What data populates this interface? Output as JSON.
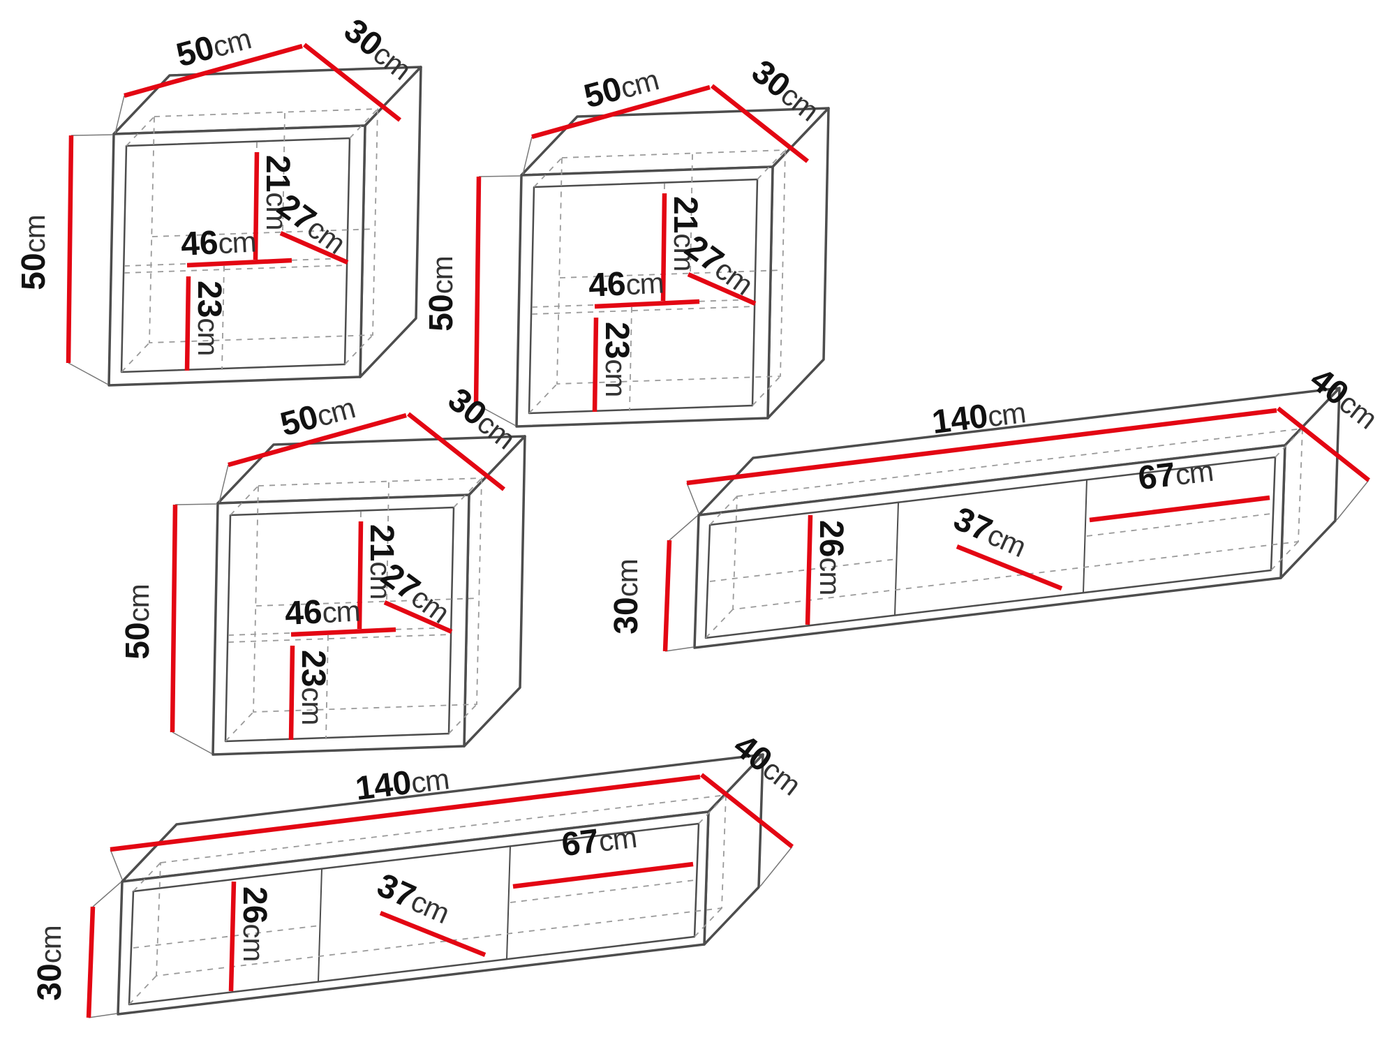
{
  "colors": {
    "dimension_line": "#e30613",
    "edge_line": "#4d4d4d",
    "dashed_line": "#9a9a9a",
    "number_text": "#111111",
    "unit_text": "#333333",
    "background": "#ffffff"
  },
  "units": [
    {
      "name": "wall-cabinet-1",
      "dimensions": {
        "width": {
          "value": "50",
          "unit": "cm"
        },
        "depth": {
          "value": "30",
          "unit": "cm"
        },
        "height": {
          "value": "50",
          "unit": "cm"
        },
        "inner_top_height": {
          "value": "21",
          "unit": "cm"
        },
        "inner_depth": {
          "value": "27",
          "unit": "cm"
        },
        "inner_width": {
          "value": "46",
          "unit": "cm"
        },
        "inner_bottom_height": {
          "value": "23",
          "unit": "cm"
        }
      }
    },
    {
      "name": "wall-cabinet-2",
      "dimensions": {
        "width": {
          "value": "50",
          "unit": "cm"
        },
        "depth": {
          "value": "30",
          "unit": "cm"
        },
        "height": {
          "value": "50",
          "unit": "cm"
        },
        "inner_top_height": {
          "value": "21",
          "unit": "cm"
        },
        "inner_depth": {
          "value": "27",
          "unit": "cm"
        },
        "inner_width": {
          "value": "46",
          "unit": "cm"
        },
        "inner_bottom_height": {
          "value": "23",
          "unit": "cm"
        }
      }
    },
    {
      "name": "wall-cabinet-3",
      "dimensions": {
        "width": {
          "value": "50",
          "unit": "cm"
        },
        "depth": {
          "value": "30",
          "unit": "cm"
        },
        "height": {
          "value": "50",
          "unit": "cm"
        },
        "inner_top_height": {
          "value": "21",
          "unit": "cm"
        },
        "inner_depth": {
          "value": "27",
          "unit": "cm"
        },
        "inner_width": {
          "value": "46",
          "unit": "cm"
        },
        "inner_bottom_height": {
          "value": "23",
          "unit": "cm"
        }
      }
    },
    {
      "name": "tv-stand-1",
      "dimensions": {
        "width": {
          "value": "140",
          "unit": "cm"
        },
        "depth": {
          "value": "40",
          "unit": "cm"
        },
        "height": {
          "value": "30",
          "unit": "cm"
        },
        "inner_height": {
          "value": "26",
          "unit": "cm"
        },
        "inner_depth": {
          "value": "37",
          "unit": "cm"
        },
        "inner_compartment_width": {
          "value": "67",
          "unit": "cm"
        }
      }
    },
    {
      "name": "tv-stand-2",
      "dimensions": {
        "width": {
          "value": "140",
          "unit": "cm"
        },
        "depth": {
          "value": "40",
          "unit": "cm"
        },
        "height": {
          "value": "30",
          "unit": "cm"
        },
        "inner_height": {
          "value": "26",
          "unit": "cm"
        },
        "inner_depth": {
          "value": "37",
          "unit": "cm"
        },
        "inner_compartment_width": {
          "value": "67",
          "unit": "cm"
        }
      }
    }
  ]
}
